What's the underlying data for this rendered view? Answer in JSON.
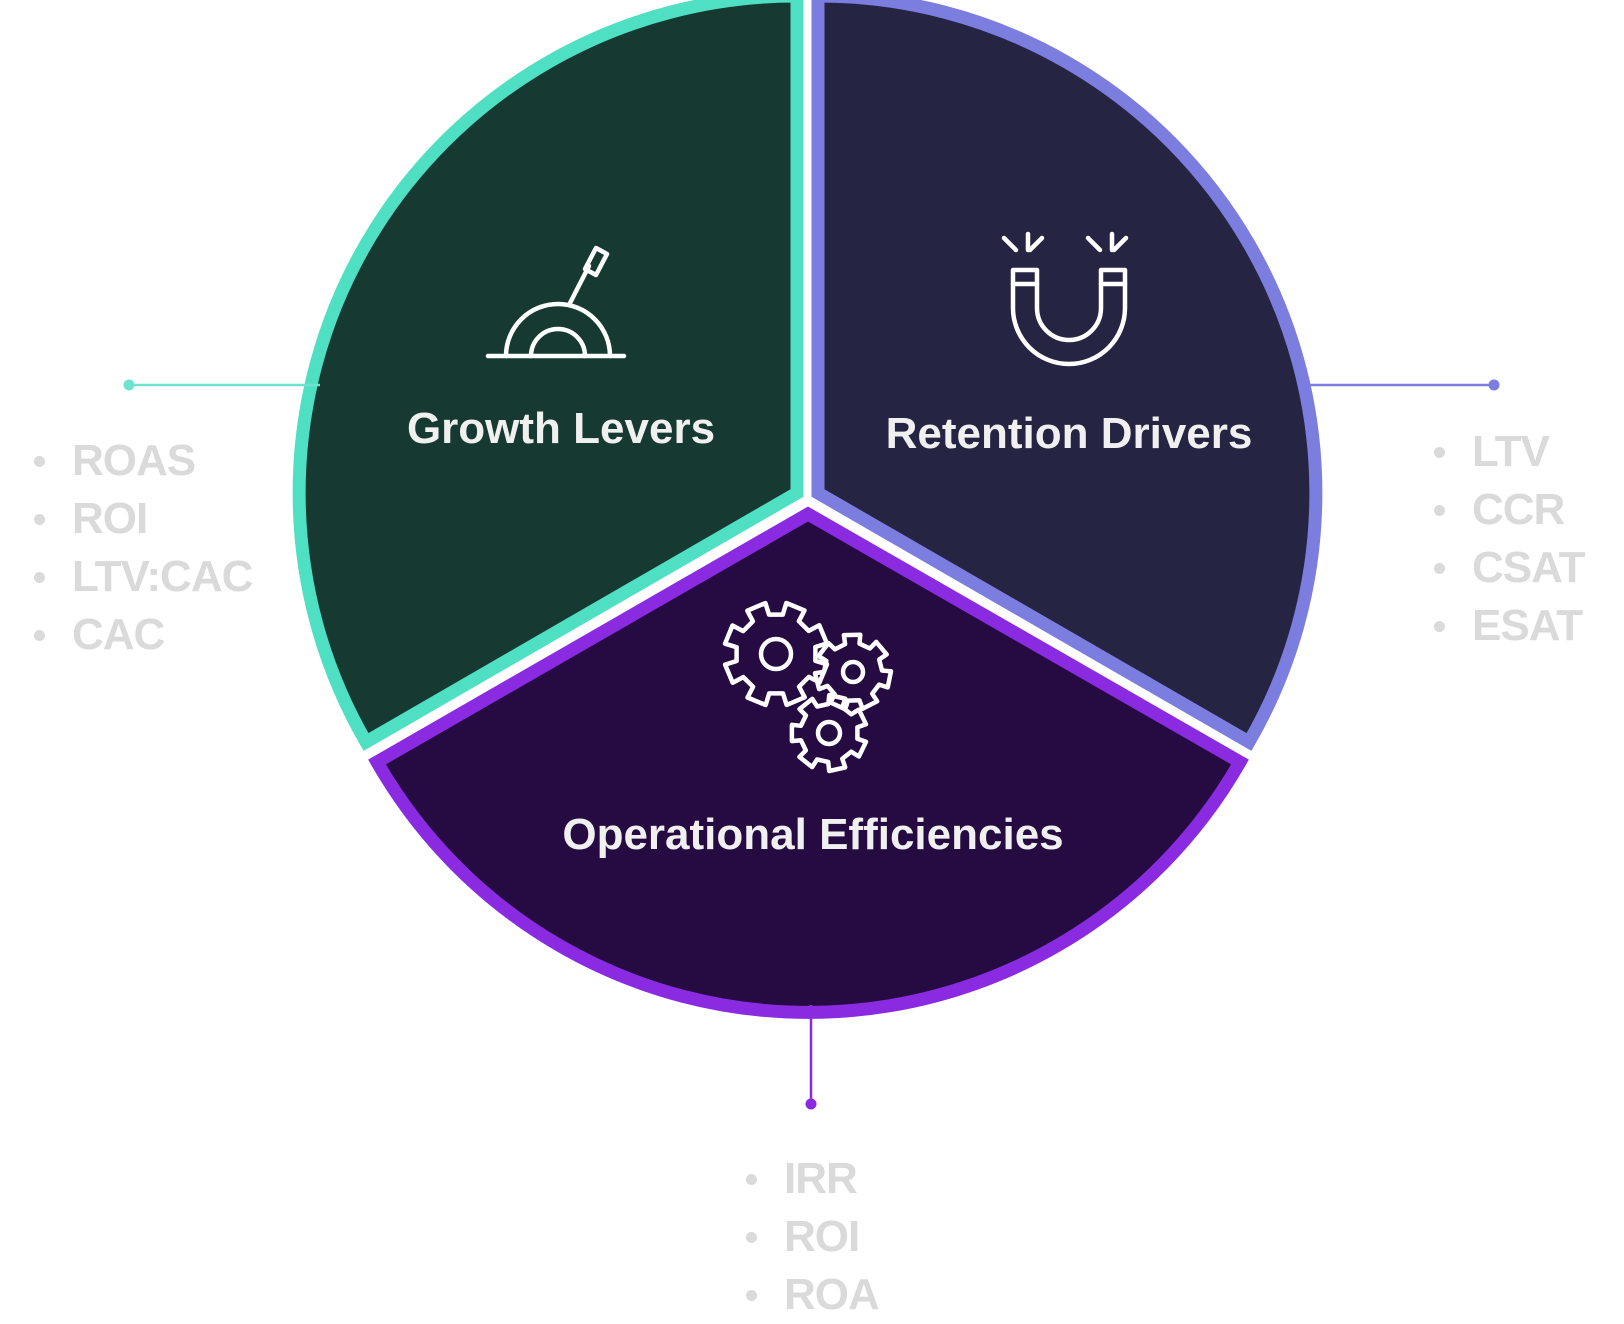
{
  "colors": {
    "growth_fill": "#163a32",
    "growth_stroke": "#4fe0c4",
    "retention_fill": "#252442",
    "retention_stroke": "#7b7ddf",
    "operational_fill": "#260a42",
    "operational_stroke": "#8a2be2",
    "label_text": "#f0f0f0",
    "metric_text": "#dadada"
  },
  "segments": {
    "growth": {
      "title": "Growth Levers",
      "icon": "lever-icon",
      "metrics": [
        "ROAS",
        "ROI",
        "LTV:CAC",
        "CAC"
      ]
    },
    "retention": {
      "title": "Retention Drivers",
      "icon": "magnet-icon",
      "metrics": [
        "LTV",
        "CCR",
        "CSAT",
        "ESAT"
      ]
    },
    "operational": {
      "title": "Operational Efficiencies",
      "icon": "gears-icon",
      "metrics": [
        "IRR",
        "ROI",
        "ROA"
      ]
    }
  }
}
